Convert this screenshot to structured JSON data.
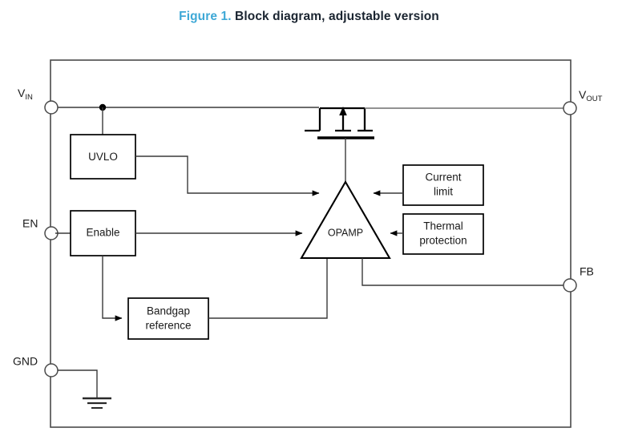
{
  "figure": {
    "number_label": "Figure 1.",
    "caption": "Block diagram, adjustable version",
    "number_color": "#3ea8d6",
    "caption_color": "#1a2430"
  },
  "pins": {
    "vin": {
      "base": "V",
      "sub": "IN",
      "name": "VIN"
    },
    "vout": {
      "base": "V",
      "sub": "OUT",
      "name": "VOUT"
    },
    "en": {
      "base": "EN",
      "sub": "",
      "name": "EN"
    },
    "gnd": {
      "base": "GND",
      "sub": "",
      "name": "GND"
    },
    "fb": {
      "base": "FB",
      "sub": "",
      "name": "FB"
    }
  },
  "blocks": {
    "uvlo": {
      "label": "UVLO"
    },
    "enable": {
      "label": "Enable"
    },
    "bandgap": {
      "line1": "Bandgap",
      "line2": "reference"
    },
    "current_limit": {
      "line1": "Current",
      "line2": "limit"
    },
    "thermal": {
      "line1": "Thermal",
      "line2": "protection"
    },
    "opamp": {
      "label": "OPAMP"
    }
  },
  "symbols": {
    "pass_transistor": "mosfet-symbol",
    "ground": "ground-symbol"
  },
  "colors": {
    "wire": "#3a3a3a",
    "block_stroke": "#000000",
    "background": "#ffffff"
  }
}
